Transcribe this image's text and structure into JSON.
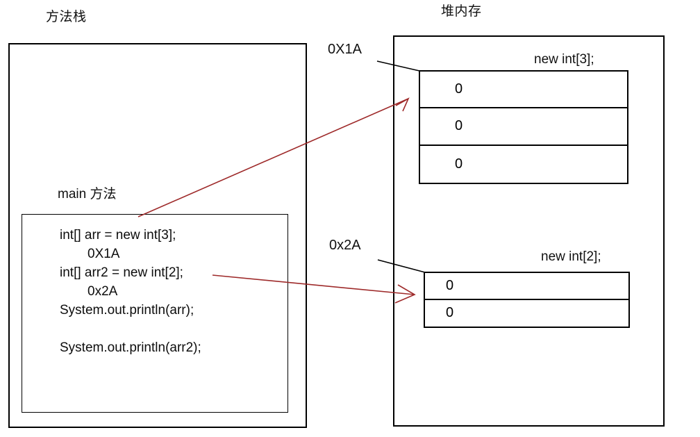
{
  "diagram": {
    "title_stack": "方法栈",
    "title_heap": "堆内存",
    "main_method_label": "main 方法"
  },
  "stack": {
    "frame_name": "方法栈",
    "main_frame_label": "main 方法",
    "code_lines": [
      "int[] arr = new int[3];",
      "0X1A",
      "int[] arr2 = new int[2];",
      "0x2A",
      "System.out.println(arr);",
      "",
      "System.out.println(arr2);"
    ],
    "line0": "int[] arr = new int[3];",
    "line1": "0X1A",
    "line2": "int[] arr2 = new int[2];",
    "line3": "0x2A",
    "line4": "System.out.println(arr);",
    "line5": "System.out.println(arr2);"
  },
  "heap": {
    "frame_name": "堆内存",
    "objects": [
      {
        "address": "0X1A",
        "allocation": "new int[3];",
        "length": 3,
        "values": [
          "0",
          "0",
          "0"
        ]
      },
      {
        "address": "0x2A",
        "allocation": "new int[2];",
        "length": 2,
        "values": [
          "0",
          "0"
        ]
      }
    ],
    "addr1": "0X1A",
    "addr2": "0x2A",
    "alloc1": "new int[3];",
    "alloc2": "new int[2];",
    "array1_values": [
      "0",
      "0",
      "0"
    ],
    "array2_values": [
      "0",
      "0"
    ],
    "array1_v0": "0",
    "array1_v1": "0",
    "array1_v2": "0",
    "array2_v0": "0",
    "array2_v1": "0"
  },
  "arrows": [
    {
      "name": "arr-reference-arrow",
      "from": "arr (0X1A)",
      "to": "new int[3] object",
      "color": "#9e2a2a"
    },
    {
      "name": "arr2-reference-arrow",
      "from": "arr2 (0x2A)",
      "to": "new int[2] object",
      "color": "#9e2a2a"
    }
  ],
  "colors": {
    "stroke": "#000000",
    "arrow": "#9e2a2a",
    "background": "#ffffff"
  }
}
